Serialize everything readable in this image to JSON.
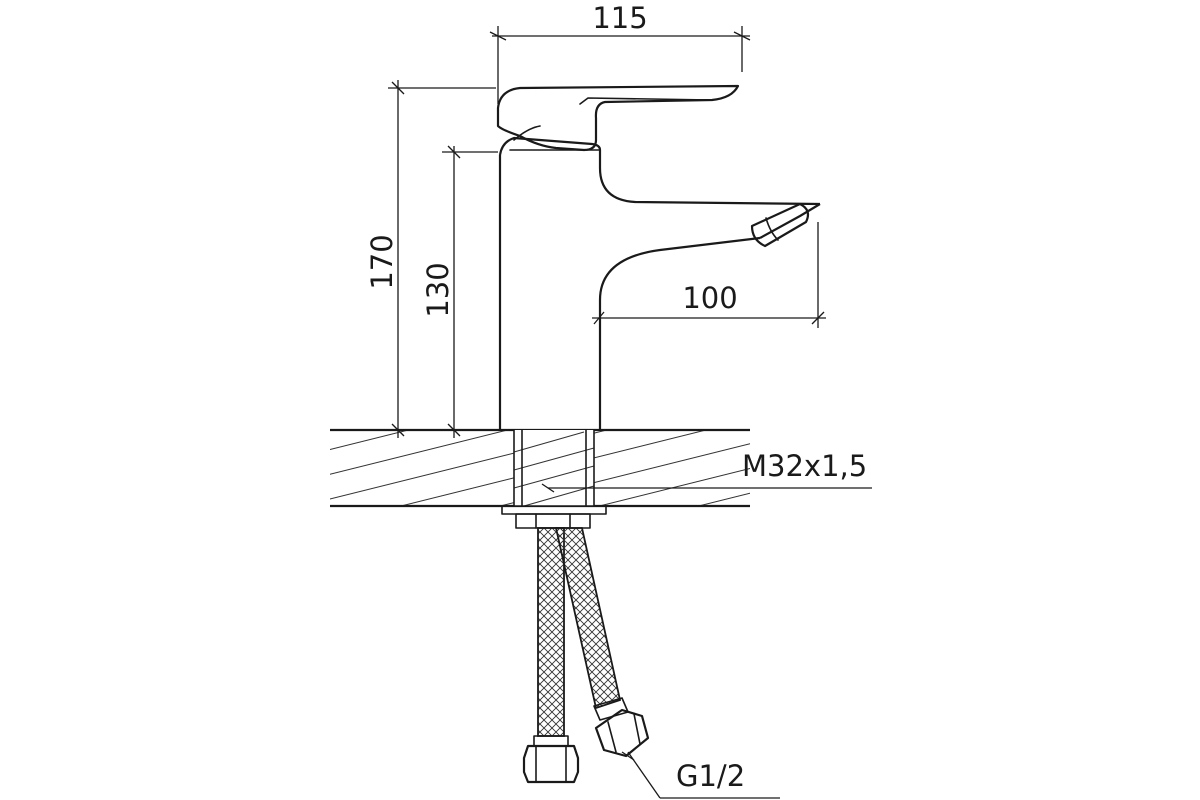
{
  "dimensions": {
    "width_top": "115",
    "height_total": "170",
    "height_spout": "130",
    "spout_reach": "100"
  },
  "callouts": {
    "mount_thread": "M32x1,5",
    "hose_thread": "G1/2"
  }
}
